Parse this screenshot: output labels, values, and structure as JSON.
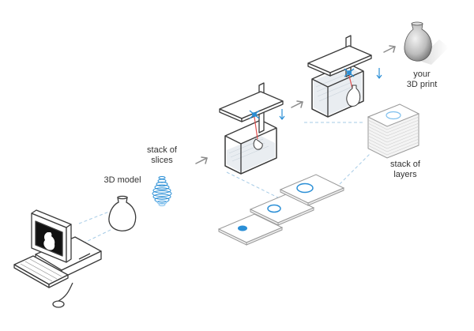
{
  "labels": {
    "model": "3D model",
    "slices_line1": "stack of",
    "slices_line2": "slices",
    "layers_line1": "stack of",
    "layers_line2": "layers",
    "print_line1": "your",
    "print_line2": "3D print"
  },
  "colors": {
    "stroke": "#3a3a3a",
    "accent": "#2b8fd6",
    "accent_light": "#7fc0ee",
    "laser": "#e05050",
    "dash": "#a6cbe6",
    "arrow": "#8c8c8c",
    "resin": "#e9edf1"
  },
  "icons": [
    "computer-icon",
    "vase-icon",
    "slices-stack-icon",
    "printer-icon",
    "layer-sheet-icon",
    "layer-stack-icon",
    "printed-vase-icon",
    "process-arrow-icon"
  ]
}
